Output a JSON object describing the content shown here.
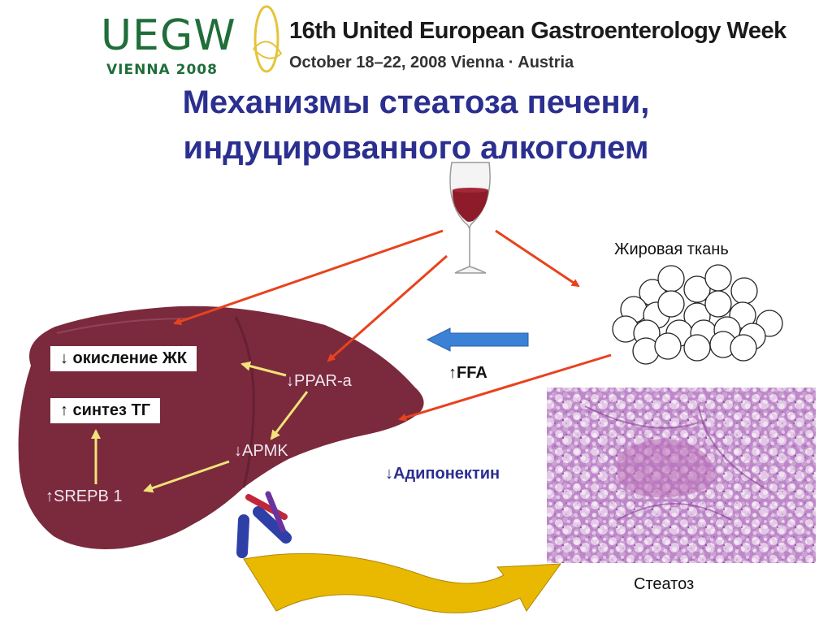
{
  "header": {
    "logo_main": "UEGW",
    "logo_sub": "VIENNA 2008",
    "event_title": "16th United European Gastroenterology Week",
    "event_dates": "October 18–22, 2008 Vienna · Austria"
  },
  "slide": {
    "title_line1": "Механизмы стеатоза печени,",
    "title_line2": "индуцированного алкоголем"
  },
  "labels": {
    "adipose": "Жировая ткань",
    "ffa": "↑FFA",
    "adiponectin": "↓Адипонектин",
    "steatosis": "Стеатоз",
    "oxidation": "↓ окисление ЖК",
    "tg_synthesis": "↑ синтез ТГ",
    "ppar": "↓PPAR-a",
    "ampk": "↓APMK",
    "srepb": "↑SREPB 1"
  },
  "colors": {
    "title": "#2b2f8f",
    "logo": "#1f6e3a",
    "red_arrow": "#e8421e",
    "blue_arrow": "#3b82d6",
    "yellow_arrow": "#f2e27a",
    "liver": "#7a2a3c",
    "cycle_arrow": "#e0b400"
  }
}
